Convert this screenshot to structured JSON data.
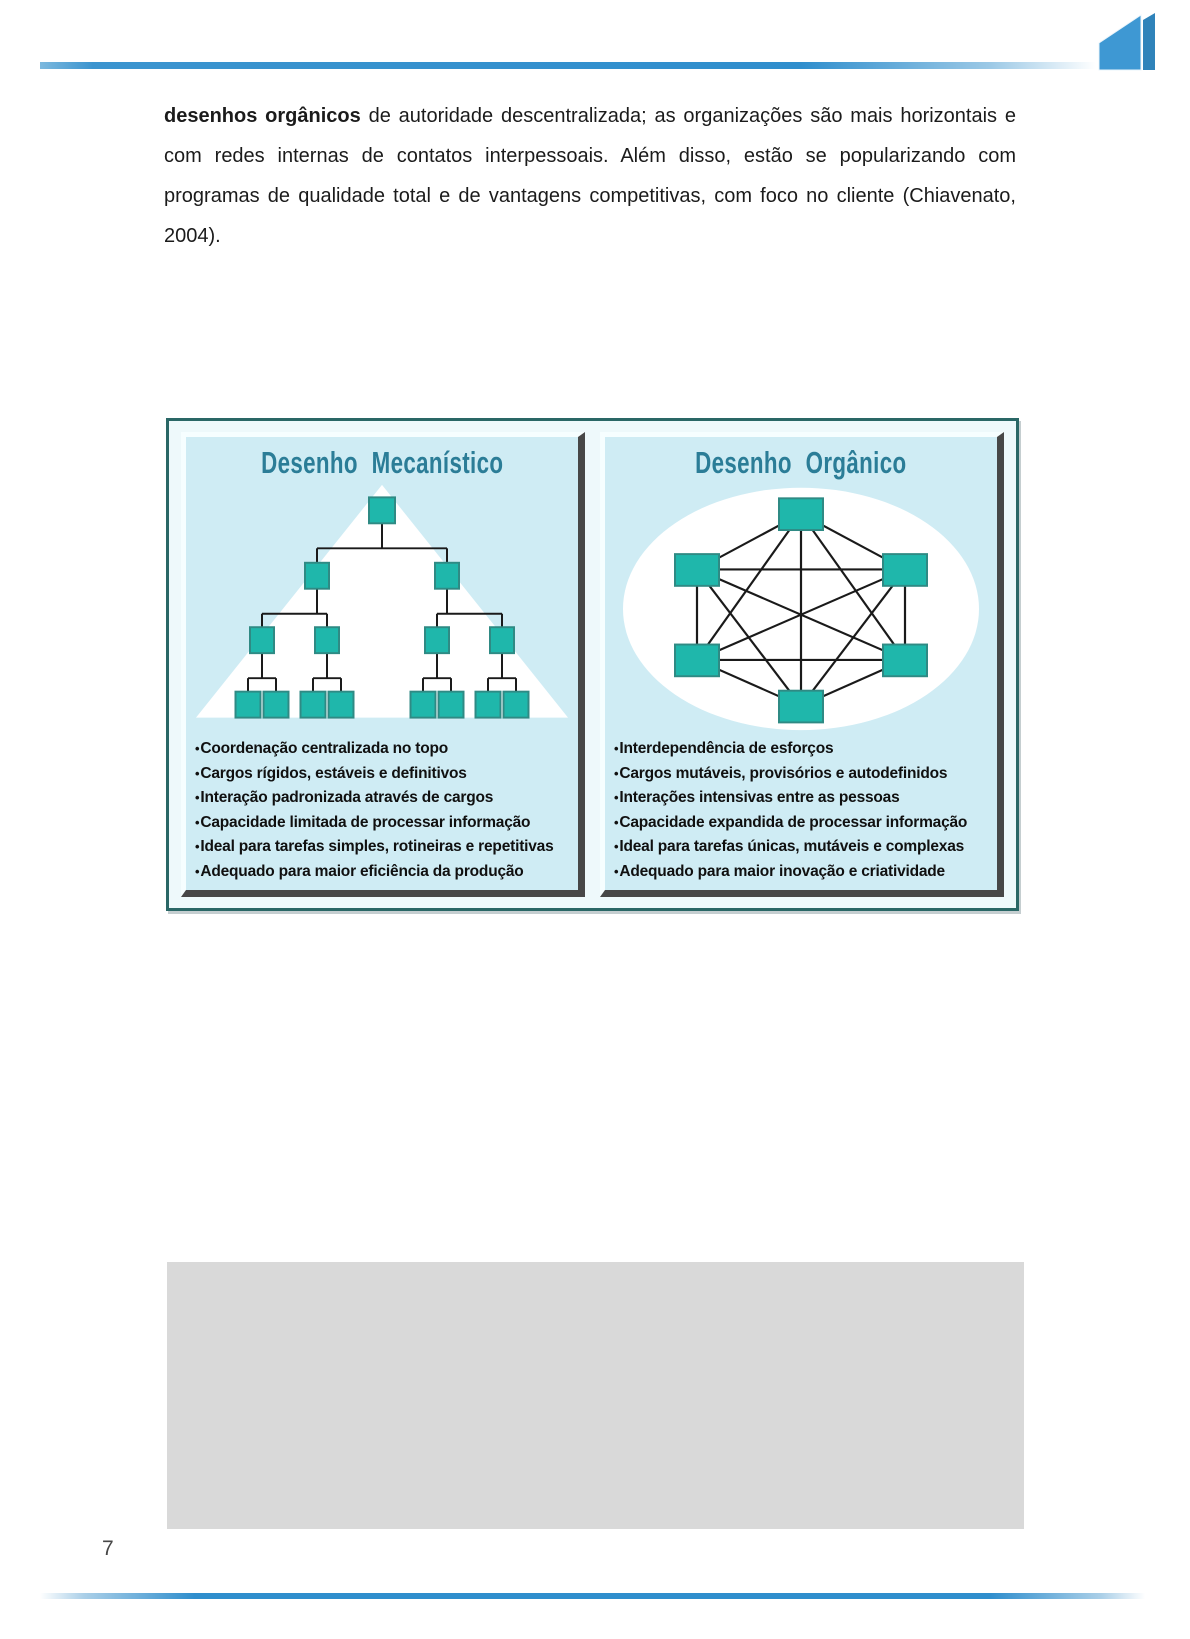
{
  "page_number": "7",
  "paragraph": {
    "bold_lead": "desenhos orgânicos",
    "body": " de autoridade descentralizada; as organizações são mais horizontais e com redes internas de contatos interpessoais. Além disso, estão se popularizando com programas de qualidade total e de vantagens competitivas, com foco no cliente (Chiavenato, 2004)."
  },
  "figure": {
    "panels": [
      {
        "title": "Desenho Mecanístico",
        "diagram": "hierarchy-tree-on-triangle",
        "bullets": [
          "Coordenação centralizada no topo",
          "Cargos rígidos, estáveis e definitivos",
          "Interação padronizada através de cargos",
          "Capacidade limitada de processar informação",
          "Ideal para tarefas simples, rotineiras e repetitivas",
          "Adequado para maior eficiência da produção"
        ]
      },
      {
        "title": "Desenho Orgânico",
        "diagram": "fully-connected-network-on-ellipse",
        "bullets": [
          "Interdependência de esforços",
          "Cargos mutáveis, provisórios e autodefinidos",
          "Interações intensivas entre as pessoas",
          "Capacidade expandida de processar informação",
          "Ideal para tarefas únicas, mutáveis e complexas",
          "Adequado para maior inovação e criatividade"
        ]
      }
    ]
  },
  "colors": {
    "rule_blue": "#2f8ecd",
    "logo_blue": "#3e98d3",
    "logo_blue_dark": "#2f83ba",
    "frame_border": "#2a6766",
    "panel_bg": "#cfecf4",
    "panel_title": "#2b7d97",
    "node_fill": "#1fb7ab",
    "node_stroke": "#2f8a84",
    "connector_black": "#1a1a1a",
    "placeholder_gray": "#d9d9d9"
  }
}
